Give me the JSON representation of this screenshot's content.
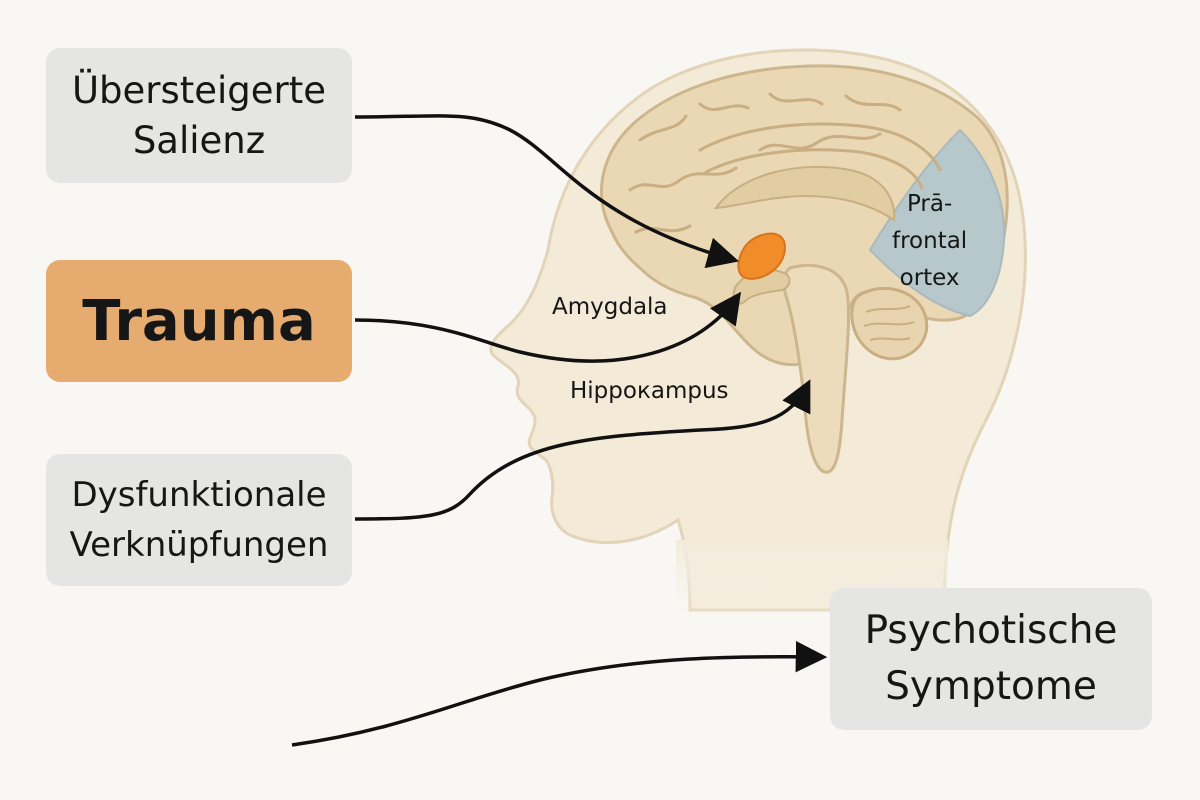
{
  "boxes": {
    "salience": "Übersteigerte\nSalienz",
    "trauma": "Trauma",
    "dysfunctional": "Dysfunktionale\nVerknüpfungen",
    "psychotic": "Psychotische\nSymptome"
  },
  "labels": {
    "amygdala": "Amygdala",
    "hippocampus": "Hippoкampus",
    "prefrontal_cortex": "Prā-\nfrontal\nortex"
  },
  "colors": {
    "background": "#f8f7f3",
    "head_fill": "#f3ead8",
    "brain_fill": "#ead8b5",
    "amygdala": "#f08c2a",
    "prefrontal": "#b7c8cd",
    "trauma_box": "#e6ac6f",
    "neutral_box": "#e5e5e3",
    "arrow": "#111111"
  }
}
